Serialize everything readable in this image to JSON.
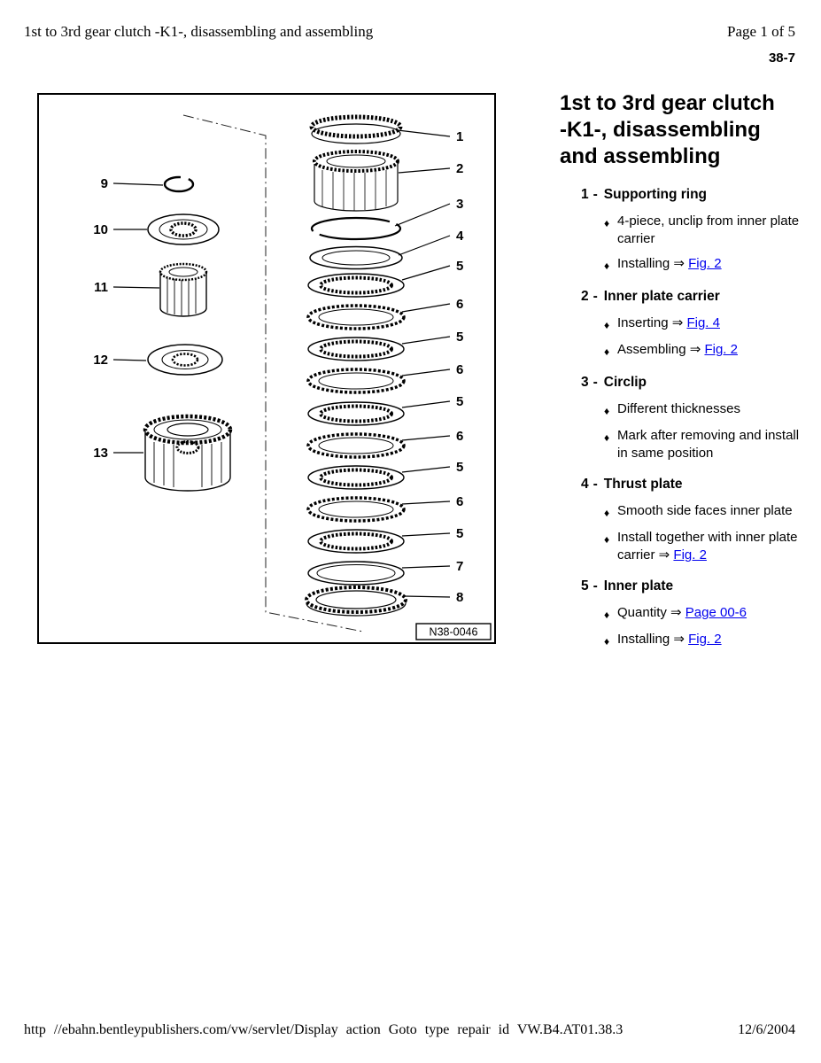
{
  "page": {
    "header_title": "1st to 3rd gear clutch -K1-, disassembling and assembling",
    "header_page": "Page 1 of 5",
    "section_number": "38-7",
    "footer_url": "http //ebahn.bentleypublishers.com/vw/servlet/Display action Goto type repair id VW.B4.AT01.38.3",
    "footer_date": "12/6/2004"
  },
  "figure": {
    "drawing_number": "N38-0046",
    "callouts_right": [
      "1",
      "2",
      "3",
      "4",
      "5",
      "6",
      "5",
      "6",
      "5",
      "6",
      "5",
      "6",
      "5",
      "7",
      "8"
    ],
    "callouts_left": [
      "9",
      "10",
      "11",
      "12",
      "13"
    ]
  },
  "article": {
    "title": "1st to 3rd gear clutch -K1-, disassembling and assembling",
    "separator": "-",
    "arrow": "⇒",
    "bullet_glyph": "♦",
    "items": [
      {
        "num": "1",
        "name": "Supporting ring",
        "bullets": [
          {
            "text": "4-piece, unclip from inner plate carrier"
          },
          {
            "text": "Installing",
            "link": "Fig. 2"
          }
        ]
      },
      {
        "num": "2",
        "name": "Inner plate carrier",
        "bullets": [
          {
            "text": "Inserting",
            "link": "Fig. 4"
          },
          {
            "text": "Assembling",
            "link": "Fig. 2"
          }
        ]
      },
      {
        "num": "3",
        "name": "Circlip",
        "bullets": [
          {
            "text": "Different thicknesses"
          },
          {
            "text": "Mark after removing and install in same position"
          }
        ]
      },
      {
        "num": "4",
        "name": "Thrust plate",
        "bullets": [
          {
            "text": "Smooth side faces inner plate"
          },
          {
            "text": "Install together with inner plate carrier",
            "link": "Fig. 2"
          }
        ]
      },
      {
        "num": "5",
        "name": "Inner plate",
        "bullets": [
          {
            "text": "Quantity",
            "link": "Page 00-6"
          },
          {
            "text": "Installing",
            "link": "Fig. 2"
          }
        ]
      }
    ]
  }
}
